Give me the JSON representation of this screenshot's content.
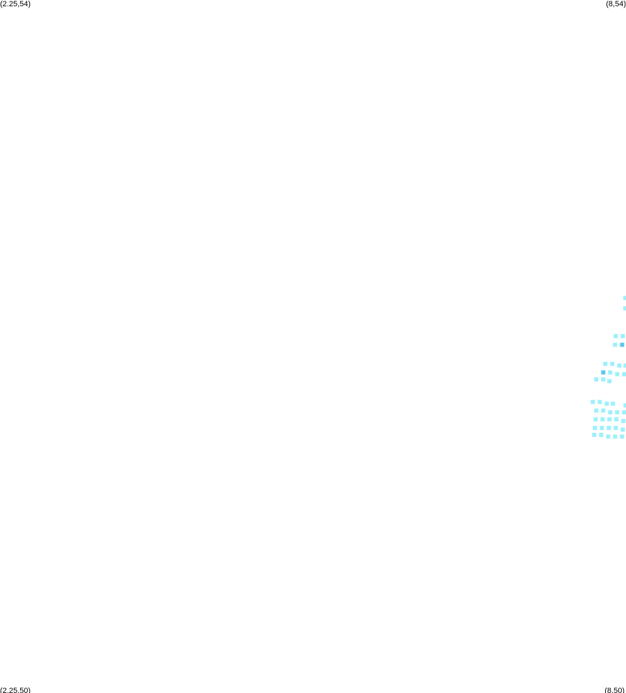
{
  "map": {
    "corners": {
      "top_left": "(2.25,54)",
      "top_right": "(8,54)",
      "bottom_left": "(2.25,50)",
      "bottom_right": "(8,50)"
    },
    "extent": {
      "lon_min": 2.25,
      "lon_max": 8,
      "lat_min": 50,
      "lat_max": 54
    },
    "colors": {
      "background": "#ffffff",
      "light": "#9ef0fb",
      "strong": "#5bc8ec",
      "label": "#000000"
    },
    "tiles": [
      {
        "lon": 7.993,
        "lat": 52.28,
        "level": "light"
      },
      {
        "lon": 7.993,
        "lat": 52.22,
        "level": "light"
      },
      {
        "lon": 7.906,
        "lat": 52.06,
        "level": "light"
      },
      {
        "lon": 7.97,
        "lat": 52.06,
        "level": "light"
      },
      {
        "lon": 7.9,
        "lat": 52.01,
        "level": "light"
      },
      {
        "lon": 7.964,
        "lat": 52.01,
        "level": "strong"
      },
      {
        "lon": 7.81,
        "lat": 51.9,
        "level": "light"
      },
      {
        "lon": 7.874,
        "lat": 51.9,
        "level": "light"
      },
      {
        "lon": 7.938,
        "lat": 51.89,
        "level": "light"
      },
      {
        "lon": 7.996,
        "lat": 51.89,
        "level": "light"
      },
      {
        "lon": 7.791,
        "lat": 51.85,
        "level": "strong"
      },
      {
        "lon": 7.855,
        "lat": 51.85,
        "level": "light"
      },
      {
        "lon": 7.919,
        "lat": 51.84,
        "level": "light"
      },
      {
        "lon": 7.983,
        "lat": 51.84,
        "level": "light"
      },
      {
        "lon": 7.727,
        "lat": 51.81,
        "level": "light"
      },
      {
        "lon": 7.791,
        "lat": 51.81,
        "level": "light"
      },
      {
        "lon": 7.848,
        "lat": 51.8,
        "level": "light"
      },
      {
        "lon": 7.695,
        "lat": 51.68,
        "level": "light"
      },
      {
        "lon": 7.759,
        "lat": 51.68,
        "level": "light"
      },
      {
        "lon": 7.823,
        "lat": 51.67,
        "level": "light"
      },
      {
        "lon": 7.88,
        "lat": 51.67,
        "level": "light"
      },
      {
        "lon": 7.996,
        "lat": 51.66,
        "level": "light"
      },
      {
        "lon": 7.727,
        "lat": 51.63,
        "level": "light"
      },
      {
        "lon": 7.791,
        "lat": 51.63,
        "level": "light"
      },
      {
        "lon": 7.855,
        "lat": 51.62,
        "level": "light"
      },
      {
        "lon": 7.919,
        "lat": 51.62,
        "level": "light"
      },
      {
        "lon": 7.983,
        "lat": 51.62,
        "level": "light"
      },
      {
        "lon": 7.721,
        "lat": 51.58,
        "level": "light"
      },
      {
        "lon": 7.785,
        "lat": 51.58,
        "level": "light"
      },
      {
        "lon": 7.848,
        "lat": 51.58,
        "level": "light"
      },
      {
        "lon": 7.912,
        "lat": 51.58,
        "level": "light"
      },
      {
        "lon": 7.976,
        "lat": 51.57,
        "level": "light"
      },
      {
        "lon": 7.714,
        "lat": 51.53,
        "level": "light"
      },
      {
        "lon": 7.778,
        "lat": 51.53,
        "level": "light"
      },
      {
        "lon": 7.842,
        "lat": 51.53,
        "level": "light"
      },
      {
        "lon": 7.906,
        "lat": 51.53,
        "level": "light"
      },
      {
        "lon": 7.97,
        "lat": 51.52,
        "level": "light"
      },
      {
        "lon": 7.708,
        "lat": 51.49,
        "level": "light"
      },
      {
        "lon": 7.772,
        "lat": 51.49,
        "level": "light"
      },
      {
        "lon": 7.836,
        "lat": 51.48,
        "level": "light"
      },
      {
        "lon": 7.9,
        "lat": 51.48,
        "level": "light"
      },
      {
        "lon": 7.964,
        "lat": 51.48,
        "level": "light"
      }
    ]
  }
}
